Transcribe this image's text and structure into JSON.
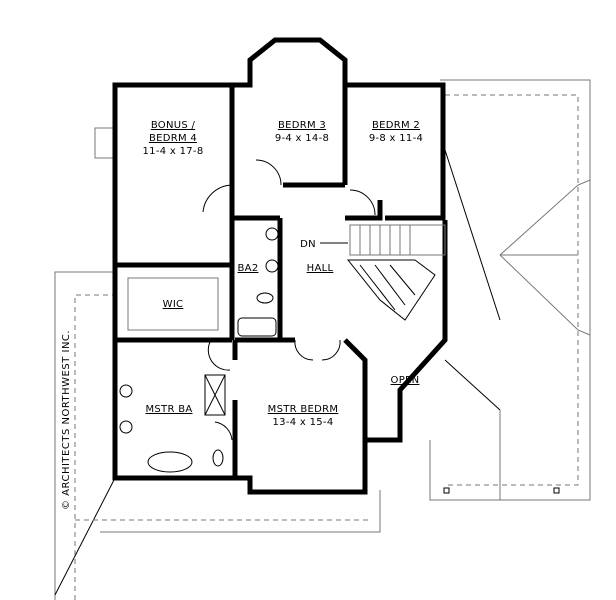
{
  "rooms": {
    "bonus": {
      "name_line1": "BONUS /",
      "name_line2": "BEDRM 4",
      "size": "11-4 x 17-8"
    },
    "bedrm3": {
      "name": "BEDRM 3",
      "size": "9-4 x 14-8"
    },
    "bedrm2": {
      "name": "BEDRM 2",
      "size": "9-8 x 11-4"
    },
    "ba2": {
      "name": "BA2"
    },
    "hall": {
      "name": "HALL"
    },
    "stairs": {
      "label": "DN"
    },
    "wic": {
      "name": "WIC"
    },
    "mstr_ba": {
      "name": "MSTR BA"
    },
    "mstr_bedrm": {
      "name": "MSTR BEDRM",
      "size": "13-4 x 15-4"
    },
    "open": {
      "name": "OPEN"
    }
  },
  "watermark": "© ARCHITECTS NORTHWEST INC."
}
